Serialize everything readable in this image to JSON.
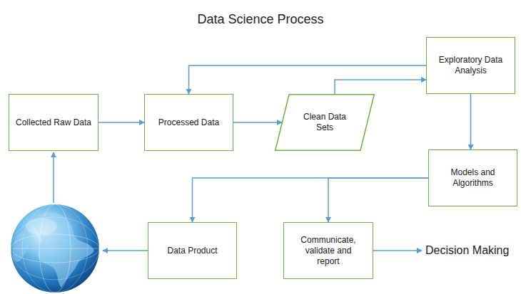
{
  "diagram": {
    "title": "Data Science Process",
    "nodes": [
      {
        "text": [
          "Collected Raw Data"
        ]
      },
      {
        "text": [
          "Processed Data"
        ]
      },
      {
        "text": [
          "Clean Data Sets"
        ]
      },
      {
        "text": [
          "Exploratory Data Analysis"
        ]
      },
      {
        "text": [
          "Models and Algorithms"
        ]
      },
      {
        "text": [
          "Data Product"
        ]
      },
      {
        "text": [
          "Communicate, validate and report"
        ]
      }
    ],
    "edges": [
      {
        "from": 0,
        "to": 1,
        "arrow": "to"
      },
      {
        "from": 1,
        "to": 2,
        "arrow": "to"
      },
      {
        "from": 2,
        "to": 3,
        "arrow": "to"
      },
      {
        "from": 3,
        "to": 1,
        "arrow": "to"
      },
      {
        "from": 3,
        "to": 4,
        "arrow": "to"
      },
      {
        "from": 4,
        "to": 5,
        "arrow": "to"
      },
      {
        "from": 4,
        "to": 6,
        "arrow": "to"
      }
    ],
    "labels": [
      "Decision Making"
    ]
  }
}
